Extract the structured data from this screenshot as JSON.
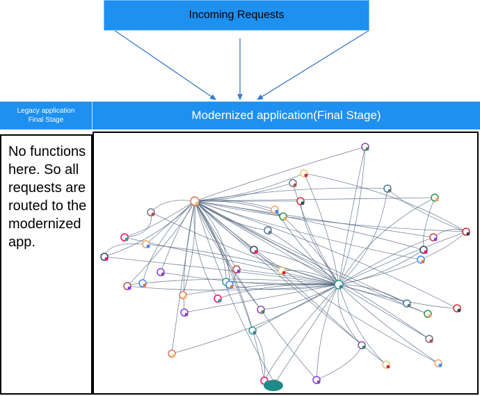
{
  "incoming": {
    "label": "Incoming Requests"
  },
  "legacy": {
    "title_line1": "Legacy application",
    "title_line2": "Final Stage",
    "message": "No functions here. So all requests are routed to the modernized app."
  },
  "modernized": {
    "title": "Modernized application(Final Stage)"
  },
  "colors": {
    "header_blue": "#1e90f0",
    "arrow": "#3a78c2",
    "edge": "#4a5d78"
  }
}
